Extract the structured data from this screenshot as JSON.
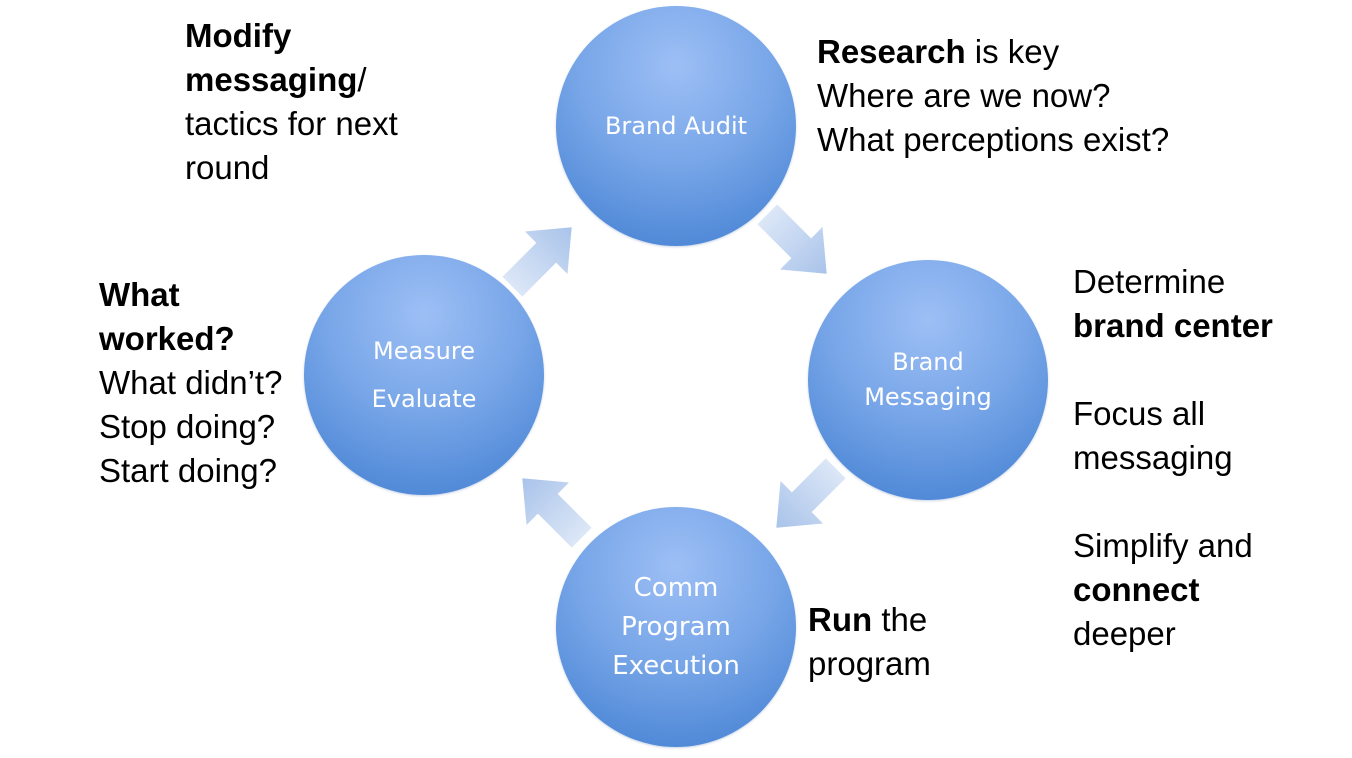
{
  "colors": {
    "circle_top": "#9dbff5",
    "circle_bottom": "#3f7dd0",
    "arrow_light": "#dce7f7",
    "arrow_dark": "#a9c3ea"
  },
  "nodes": {
    "audit": {
      "lines": [
        "Brand Audit"
      ]
    },
    "messaging": {
      "lines": [
        "Brand",
        "Messaging"
      ]
    },
    "execution": {
      "lines": [
        "Comm",
        "Program",
        "Execution"
      ]
    },
    "evaluate": {
      "lines": [
        "Measure",
        "Evaluate"
      ]
    }
  },
  "notes": {
    "audit": {
      "l1_bold": "Research",
      "l1_rest": " is key",
      "l2": "Where are we now?",
      "l3": "What perceptions exist?"
    },
    "messaging": {
      "l1": "Determine",
      "l2_bold": "brand center",
      "l3": "Focus all",
      "l4": "messaging",
      "l5": "Simplify and",
      "l6_bold": "connect",
      "l7": "deeper"
    },
    "execution": {
      "l1_bold": "Run",
      "l1_rest": " the",
      "l2": "program"
    },
    "evaluate": {
      "l1_bold": "What",
      "l2_bold": "worked?",
      "l3": "What didn’t?",
      "l4": "Stop doing?",
      "l5": "Start doing?"
    },
    "modify": {
      "l1_bold": "Modify",
      "l2_bold": "messaging",
      "l2_rest": "/",
      "l3": "tactics for next",
      "l4": "round"
    }
  }
}
